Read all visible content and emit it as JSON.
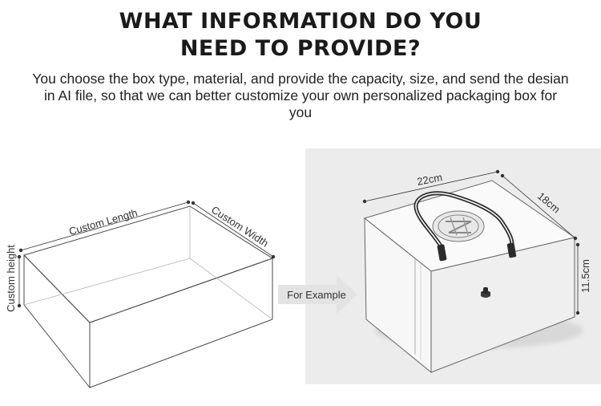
{
  "heading": {
    "line1": "WHAT INFORMATION DO YOU",
    "line2": "NEED TO PROVIDE?"
  },
  "description": "You choose the box type, material, and provide the capacity, size, and send the desian in AI file, so that we can better customize your own personalized packaging box for you",
  "custom_box": {
    "length_label": "Custom Length",
    "width_label": "Custom Width",
    "height_label": "Custom height"
  },
  "arrow_label": "For Example",
  "example_box": {
    "length": "22cm",
    "width": "18cm",
    "height": "11.5cm"
  },
  "colors": {
    "panel_background": "#ececec",
    "line": "#333333",
    "box_face": "#ffffff",
    "arrow": "#e3e3e3"
  }
}
